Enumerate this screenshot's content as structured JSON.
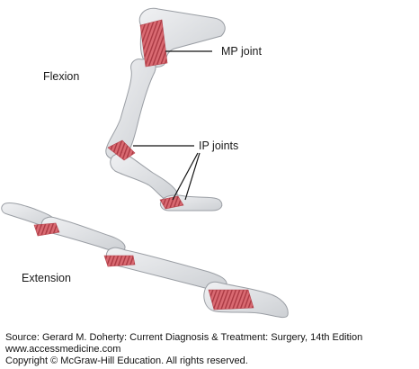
{
  "labels": {
    "flexion": "Flexion",
    "extension": "Extension",
    "mp_joint": "MP joint",
    "ip_joints": "IP joints"
  },
  "credits": {
    "source": "Source: Gerard M. Doherty: Current Diagnosis & Treatment: Surgery, 14th Edition",
    "website": "www.accessmedicine.com",
    "copyright": "Copyright © McGraw-Hill Education. All rights reserved."
  },
  "colors": {
    "bone_fill": "#e3e5e8",
    "bone_stroke": "#9a9ea4",
    "ligament": "#d9646c",
    "ligament_stripe": "#a8313b",
    "leader_line": "#111111"
  }
}
